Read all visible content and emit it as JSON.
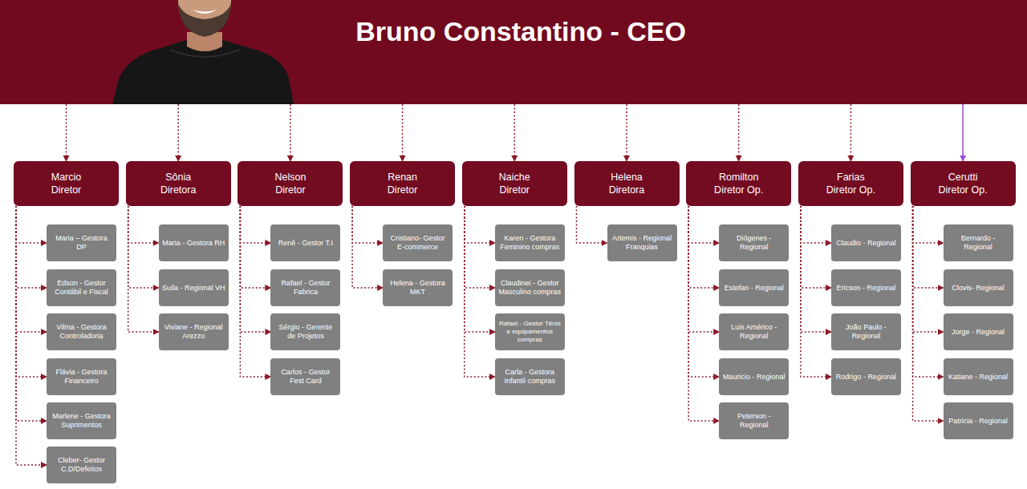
{
  "diagram": {
    "nodes": [
      {
        "text": [
          "Bruno Constantino - CEO"
        ]
      },
      {
        "text": [
          "Marcio",
          "Diretor"
        ]
      },
      {
        "text": [
          "Sônia",
          "Diretora"
        ]
      },
      {
        "text": [
          "Nelson",
          "Diretor"
        ]
      },
      {
        "text": [
          "Renan",
          "Diretor"
        ]
      },
      {
        "text": [
          "Naiche",
          "Diretor"
        ]
      },
      {
        "text": [
          "Helena",
          "Diretora"
        ]
      },
      {
        "text": [
          "Romilton",
          "Diretor Op."
        ]
      },
      {
        "text": [
          "Farias",
          "Diretor Op."
        ]
      },
      {
        "text": [
          "Cerutti",
          "Diretor Op."
        ]
      },
      {
        "text": [
          "Maria – Gestora DP"
        ]
      },
      {
        "text": [
          "Edson - Gestor Contábil e Fiscal"
        ]
      },
      {
        "text": [
          "Vilma - Gestora Controladoria"
        ]
      },
      {
        "text": [
          "Flávia - Gestora Financeiro"
        ]
      },
      {
        "text": [
          "Marlene - Gestora Suprimentos"
        ]
      },
      {
        "text": [
          "Cleber- Gestor C.D/Defeitos"
        ]
      },
      {
        "text": [
          "Maria - Gestora RH"
        ]
      },
      {
        "text": [
          "Suila - Regional VH"
        ]
      },
      {
        "text": [
          "Viviane - Regional Arezzo"
        ]
      },
      {
        "text": [
          "Renê - Gestor T.I"
        ]
      },
      {
        "text": [
          "Rafael - Gestor Fabrica"
        ]
      },
      {
        "text": [
          "Sérgio - Gerente de Projetos"
        ]
      },
      {
        "text": [
          "Carlos - Gestor Fest Card"
        ]
      },
      {
        "text": [
          "Cristiano- Gestor E-commerce"
        ]
      },
      {
        "text": [
          "Helena - Gestora MKT"
        ]
      },
      {
        "text": [
          "Karen - Gestora Feminino compras"
        ]
      },
      {
        "text": [
          "Claudinei - Gestor Masculino compras"
        ]
      },
      {
        "text": [
          "Rafael - Gestor Tênis e equipamentos compras"
        ]
      },
      {
        "text": [
          "Carla - Gestora Infantil compras"
        ]
      },
      {
        "text": [
          "Artemis - Regional Franquias"
        ]
      },
      {
        "text": [
          "Diógenes - Regional"
        ]
      },
      {
        "text": [
          "Estefan - Regional"
        ]
      },
      {
        "text": [
          "Luis Américo - Regional"
        ]
      },
      {
        "text": [
          "Mauricio - Regional"
        ]
      },
      {
        "text": [
          "Peterson - Regional"
        ]
      },
      {
        "text": [
          "Claudio - Regional"
        ]
      },
      {
        "text": [
          "Ericson - Regional"
        ]
      },
      {
        "text": [
          "João Paulo - Regional"
        ]
      },
      {
        "text": [
          "Rodrigo - Regional"
        ]
      },
      {
        "text": [
          "Bernardo - Regional"
        ]
      },
      {
        "text": [
          "Clovis- Regional"
        ]
      },
      {
        "text": [
          "Jorge - Regional"
        ]
      },
      {
        "text": [
          "Katiane - Regional"
        ]
      },
      {
        "text": [
          "Patricia - Regional"
        ]
      }
    ],
    "edges": [
      {
        "from": 0,
        "to": 1,
        "arrow": "to"
      },
      {
        "from": 0,
        "to": 2,
        "arrow": "to"
      },
      {
        "from": 0,
        "to": 3,
        "arrow": "to"
      },
      {
        "from": 0,
        "to": 4,
        "arrow": "to"
      },
      {
        "from": 0,
        "to": 5,
        "arrow": "to"
      },
      {
        "from": 0,
        "to": 6,
        "arrow": "to"
      },
      {
        "from": 0,
        "to": 7,
        "arrow": "to"
      },
      {
        "from": 0,
        "to": 8,
        "arrow": "to"
      },
      {
        "from": 0,
        "to": 9,
        "arrow": "to"
      },
      {
        "from": 1,
        "to": 10,
        "arrow": "to"
      },
      {
        "from": 1,
        "to": 11,
        "arrow": "to"
      },
      {
        "from": 1,
        "to": 12,
        "arrow": "to"
      },
      {
        "from": 1,
        "to": 13,
        "arrow": "to"
      },
      {
        "from": 1,
        "to": 14,
        "arrow": "to"
      },
      {
        "from": 1,
        "to": 15,
        "arrow": "to"
      },
      {
        "from": 2,
        "to": 16,
        "arrow": "to"
      },
      {
        "from": 2,
        "to": 17,
        "arrow": "to"
      },
      {
        "from": 2,
        "to": 18,
        "arrow": "to"
      },
      {
        "from": 3,
        "to": 19,
        "arrow": "to"
      },
      {
        "from": 3,
        "to": 20,
        "arrow": "to"
      },
      {
        "from": 3,
        "to": 21,
        "arrow": "to"
      },
      {
        "from": 3,
        "to": 22,
        "arrow": "to"
      },
      {
        "from": 4,
        "to": 23,
        "arrow": "to"
      },
      {
        "from": 4,
        "to": 24,
        "arrow": "to"
      },
      {
        "from": 5,
        "to": 25,
        "arrow": "to"
      },
      {
        "from": 5,
        "to": 26,
        "arrow": "to"
      },
      {
        "from": 5,
        "to": 27,
        "arrow": "to"
      },
      {
        "from": 5,
        "to": 28,
        "arrow": "to"
      },
      {
        "from": 6,
        "to": 29,
        "arrow": "to"
      },
      {
        "from": 7,
        "to": 30,
        "arrow": "to"
      },
      {
        "from": 7,
        "to": 31,
        "arrow": "to"
      },
      {
        "from": 7,
        "to": 32,
        "arrow": "to"
      },
      {
        "from": 7,
        "to": 33,
        "arrow": "to"
      },
      {
        "from": 7,
        "to": 34,
        "arrow": "to"
      },
      {
        "from": 8,
        "to": 35,
        "arrow": "to"
      },
      {
        "from": 8,
        "to": 36,
        "arrow": "to"
      },
      {
        "from": 8,
        "to": 37,
        "arrow": "to"
      },
      {
        "from": 8,
        "to": 38,
        "arrow": "to"
      },
      {
        "from": 9,
        "to": 39,
        "arrow": "to"
      },
      {
        "from": 9,
        "to": 40,
        "arrow": "to"
      },
      {
        "from": 9,
        "to": 41,
        "arrow": "to"
      },
      {
        "from": 9,
        "to": 42,
        "arrow": "to"
      },
      {
        "from": 9,
        "to": 43,
        "arrow": "to"
      }
    ]
  }
}
